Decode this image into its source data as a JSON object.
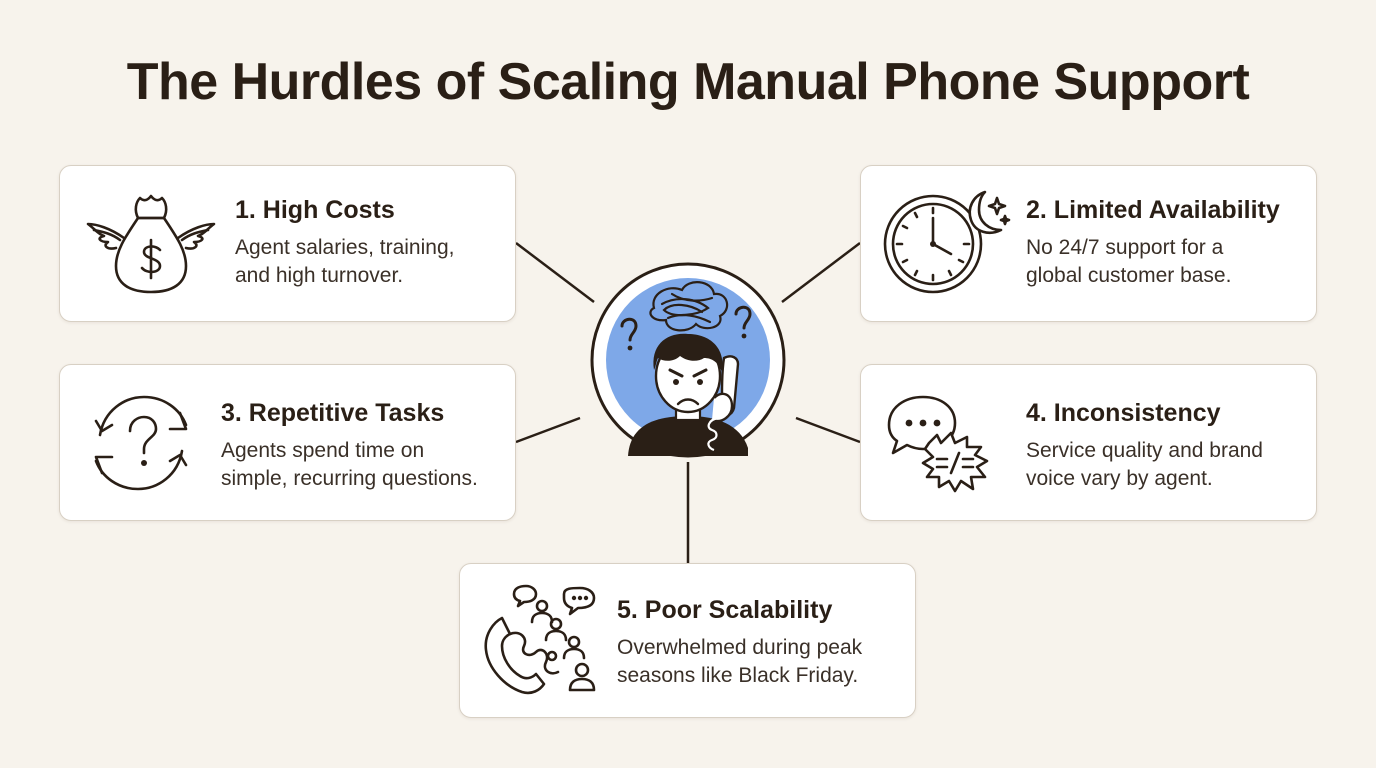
{
  "title": "The Hurdles of Scaling Manual Phone Support",
  "cards": [
    {
      "title": "1. High Costs",
      "desc": "Agent salaries, training,\nand high turnover.",
      "icon": "winged-money-bag-icon"
    },
    {
      "title": "2. Limited Availability",
      "desc": "No 24/7 support for a\nglobal customer base.",
      "icon": "clock-moon-icon"
    },
    {
      "title": "3. Repetitive Tasks",
      "desc": "Agents spend time on\nsimple, recurring questions.",
      "icon": "recurring-question-icon"
    },
    {
      "title": "4. Inconsistency",
      "desc": "Service quality and brand\nvoice vary by agent.",
      "icon": "speech-bubbles-not-equal-icon"
    },
    {
      "title": "5. Poor Scalability",
      "desc": "Overwhelmed during peak\nseasons like Black Friday.",
      "icon": "phone-crowd-icon"
    }
  ],
  "center": {
    "icon": "stressed-agent-on-phone-icon"
  },
  "colors": {
    "background": "#f7f3ec",
    "accent": "#7ea8e8",
    "ink": "#2a1f16",
    "card_border": "#d8d0c4"
  }
}
